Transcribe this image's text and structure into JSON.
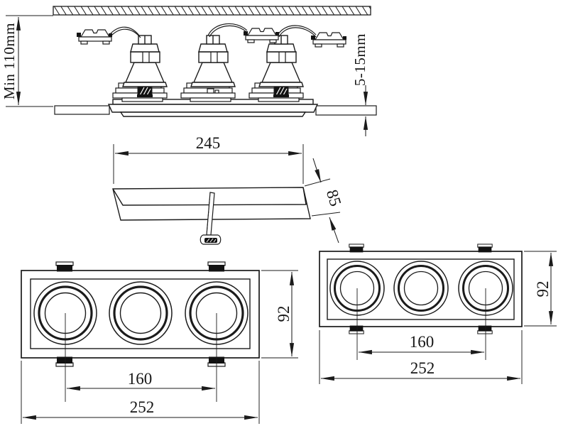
{
  "drawing_labels": {
    "section": {
      "min_recess": "Min 110mm",
      "ceiling_range": "5-15mm"
    },
    "trim": {
      "length": "245",
      "depth": "85"
    },
    "front_left": {
      "height": "92",
      "spacing": "160",
      "width": "252"
    },
    "front_right": {
      "height": "92",
      "spacing": "160",
      "width": "252"
    }
  },
  "colors": {
    "line": "#1b1b1b",
    "background": "#ffffff",
    "clip_black": "#121212"
  }
}
